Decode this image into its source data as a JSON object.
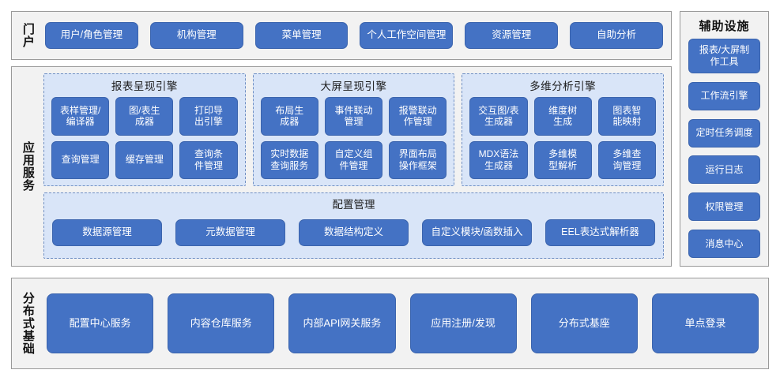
{
  "theme": {
    "button_blue": "#4472C4",
    "panel_blue": "#D9E5F8",
    "section_grey": "#F2F2F2",
    "border_grey": "#9A9A9A",
    "dashed_border": "#6F8FC4",
    "text_white": "#FFFFFF",
    "text_dark": "#111111"
  },
  "portal": {
    "label": "门户",
    "items": [
      {
        "label": "用户/角色管理"
      },
      {
        "label": "机构管理"
      },
      {
        "label": "菜单管理"
      },
      {
        "label": "个人工作空间管理"
      },
      {
        "label": "资源管理"
      },
      {
        "label": "自助分析"
      }
    ]
  },
  "aux": {
    "title": "辅助设施",
    "items": [
      {
        "label": "报表/大屏制\n作工具"
      },
      {
        "label": "工作流引擎"
      },
      {
        "label": "定时任务调度"
      },
      {
        "label": "运行日志"
      },
      {
        "label": "权限管理"
      },
      {
        "label": "消息中心"
      }
    ]
  },
  "app_services": {
    "label": "应用服务",
    "engines": [
      {
        "title": "报表呈现引擎",
        "items": [
          {
            "label": "表样管理/\n编译器"
          },
          {
            "label": "图/表生\n成器"
          },
          {
            "label": "打印导\n出引擎"
          },
          {
            "label": "查询管理"
          },
          {
            "label": "缓存管理"
          },
          {
            "label": "查询条\n件管理"
          }
        ]
      },
      {
        "title": "大屏呈现引擎",
        "items": [
          {
            "label": "布局生\n成器"
          },
          {
            "label": "事件联动\n管理"
          },
          {
            "label": "报警联动\n作管理"
          },
          {
            "label": "实时数据\n查询服务"
          },
          {
            "label": "自定义组\n件管理"
          },
          {
            "label": "界面布局\n操作框架"
          }
        ]
      },
      {
        "title": "多维分析引擎",
        "items": [
          {
            "label": "交互图/表\n生成器"
          },
          {
            "label": "维度树\n生成"
          },
          {
            "label": "图表智\n能映射"
          },
          {
            "label": "MDX语法\n生成器"
          },
          {
            "label": "多维模\n型解析"
          },
          {
            "label": "多维查\n询管理"
          }
        ]
      }
    ],
    "config": {
      "title": "配置管理",
      "items": [
        {
          "label": "数据源管理"
        },
        {
          "label": "元数据管理"
        },
        {
          "label": "数据结构定义"
        },
        {
          "label": "自定义模块/函数插入"
        },
        {
          "label": "EEL表达式解析器"
        }
      ]
    }
  },
  "distributed_base": {
    "label": "分布式基础",
    "items": [
      {
        "label": "配置中心服务"
      },
      {
        "label": "内容仓库服务"
      },
      {
        "label": "内部API网关服务"
      },
      {
        "label": "应用注册/发现"
      },
      {
        "label": "分布式基座"
      },
      {
        "label": "单点登录"
      }
    ]
  }
}
